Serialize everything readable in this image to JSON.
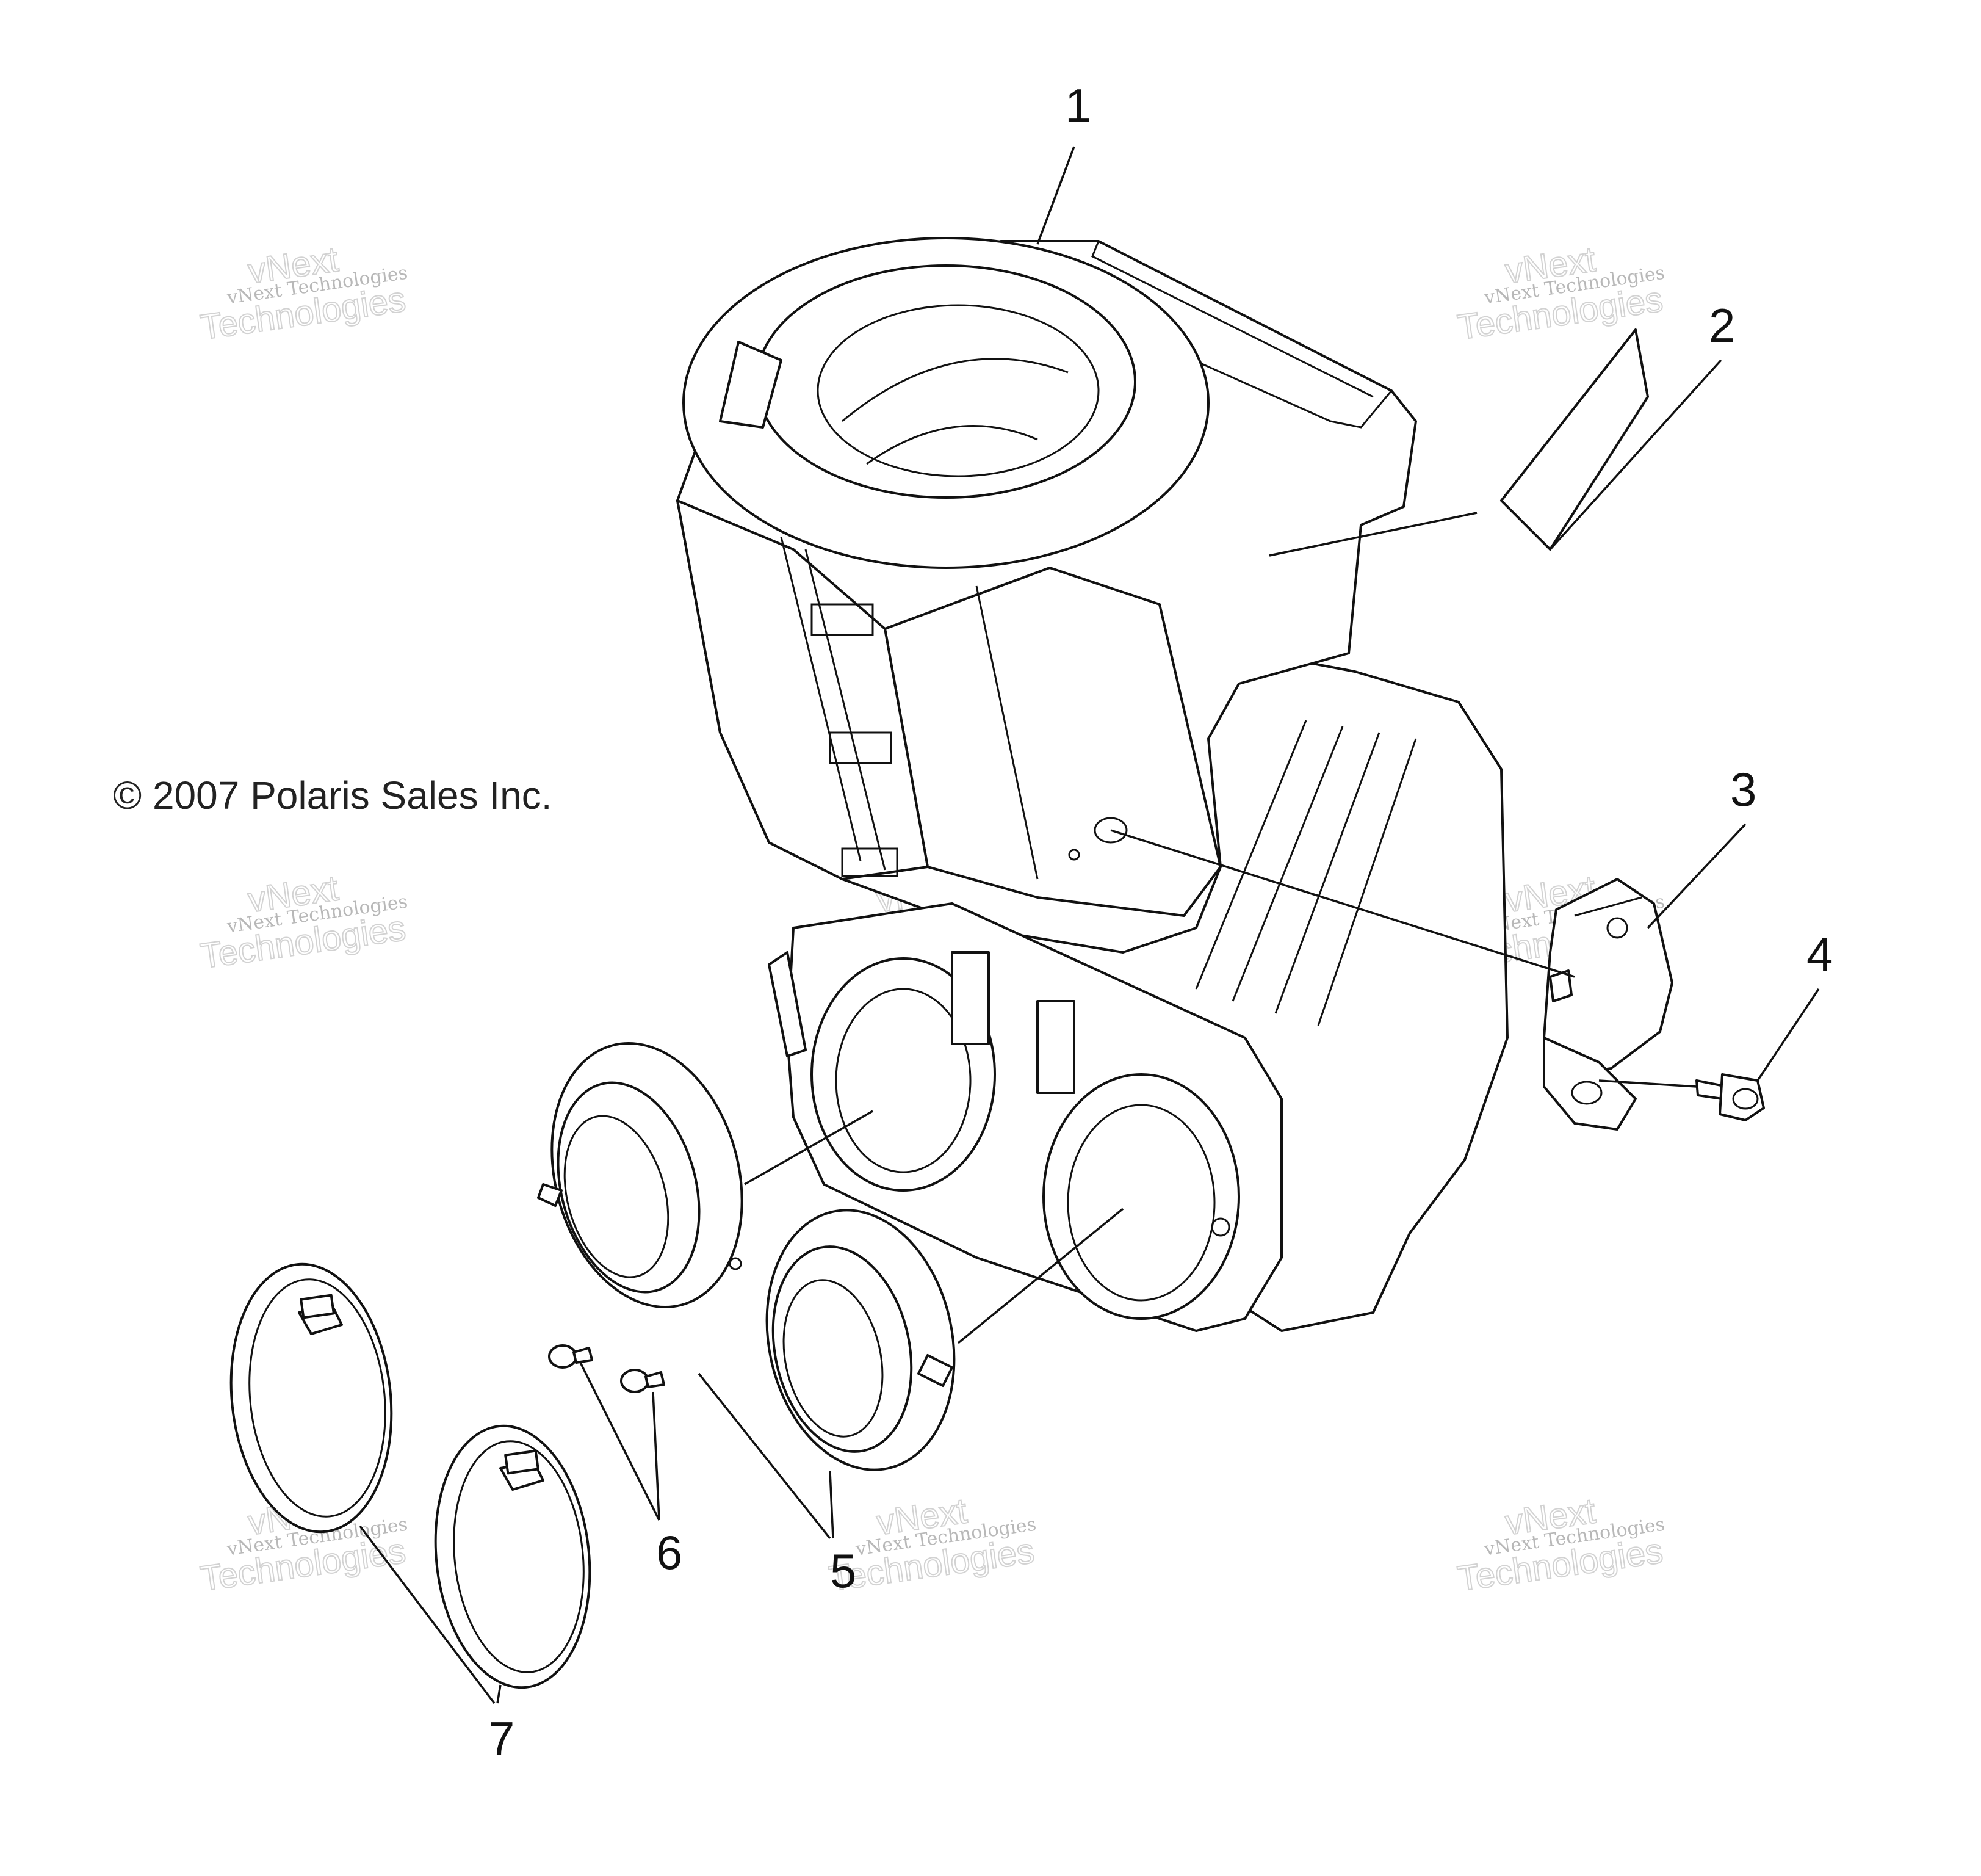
{
  "copyright": "© 2007 Polaris Sales Inc.",
  "callouts": [
    "1",
    "2",
    "3",
    "4",
    "5",
    "6",
    "7"
  ],
  "watermark": {
    "line1": "vNext",
    "line2": "vNext Technologies",
    "line3": "Technologies"
  },
  "colors": {
    "line": "#111111",
    "background": "#ffffff",
    "watermark": "#c8c8c8"
  }
}
